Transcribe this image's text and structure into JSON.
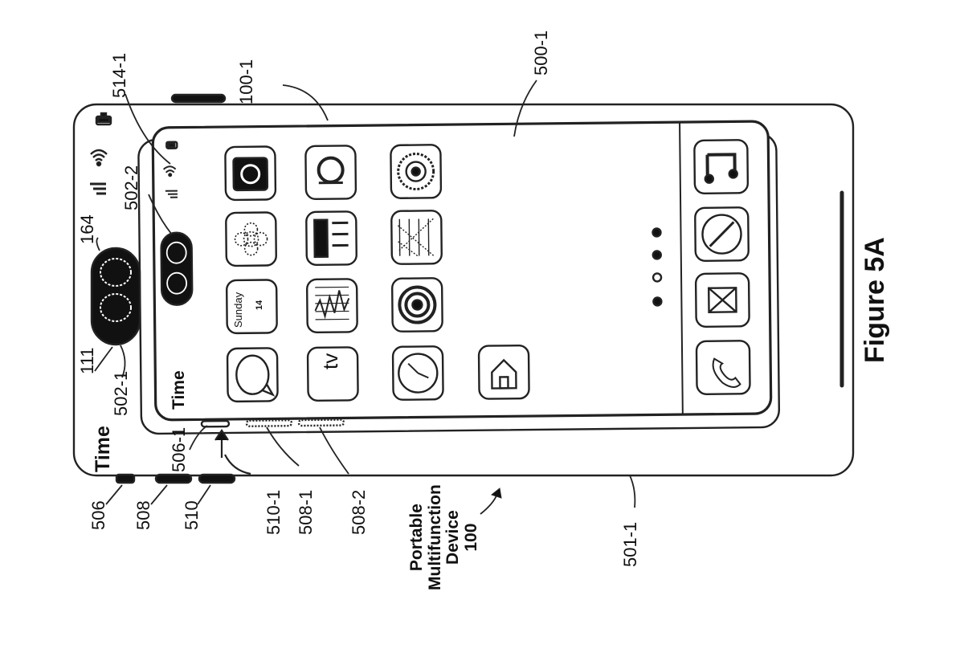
{
  "figure": {
    "title": "Figure 5A",
    "device_caption": "Portable\nMultifunction\nDevice\n100"
  },
  "outer_device": {
    "status_label": "Time",
    "ref_outer": "501-1",
    "ref_sensor": "111",
    "ref_sensor_pill": "164",
    "ref_btn_506": "506",
    "ref_btn_508": "508",
    "ref_btn_510": "510"
  },
  "inner_device": {
    "status_label": "Time",
    "ref_device": "100-1",
    "ref_screen": "500-1",
    "ref_sensor_1": "502-1",
    "ref_sensor_2": "502-2",
    "ref_signal": "514-1",
    "ref_506_1": "506-1",
    "ref_510_1": "510-1",
    "ref_508_1": "508-1",
    "ref_508_2": "508-2"
  },
  "calendar_icon": {
    "day": "Sunday",
    "date": "14"
  },
  "tv_icon": {
    "text": "tv"
  },
  "page_dots": {
    "count": 4,
    "active_index": 1
  },
  "icons": [
    "messages-icon",
    "calendar-icon",
    "photos-icon",
    "camera-icon",
    "tv-icon",
    "stocks-icon",
    "news-icon",
    "fitness-icon",
    "clock-icon",
    "podcasts-icon",
    "notes-icon",
    "settings-icon",
    "home-icon",
    "phone-icon",
    "mail-icon",
    "safari-icon",
    "music-icon"
  ]
}
